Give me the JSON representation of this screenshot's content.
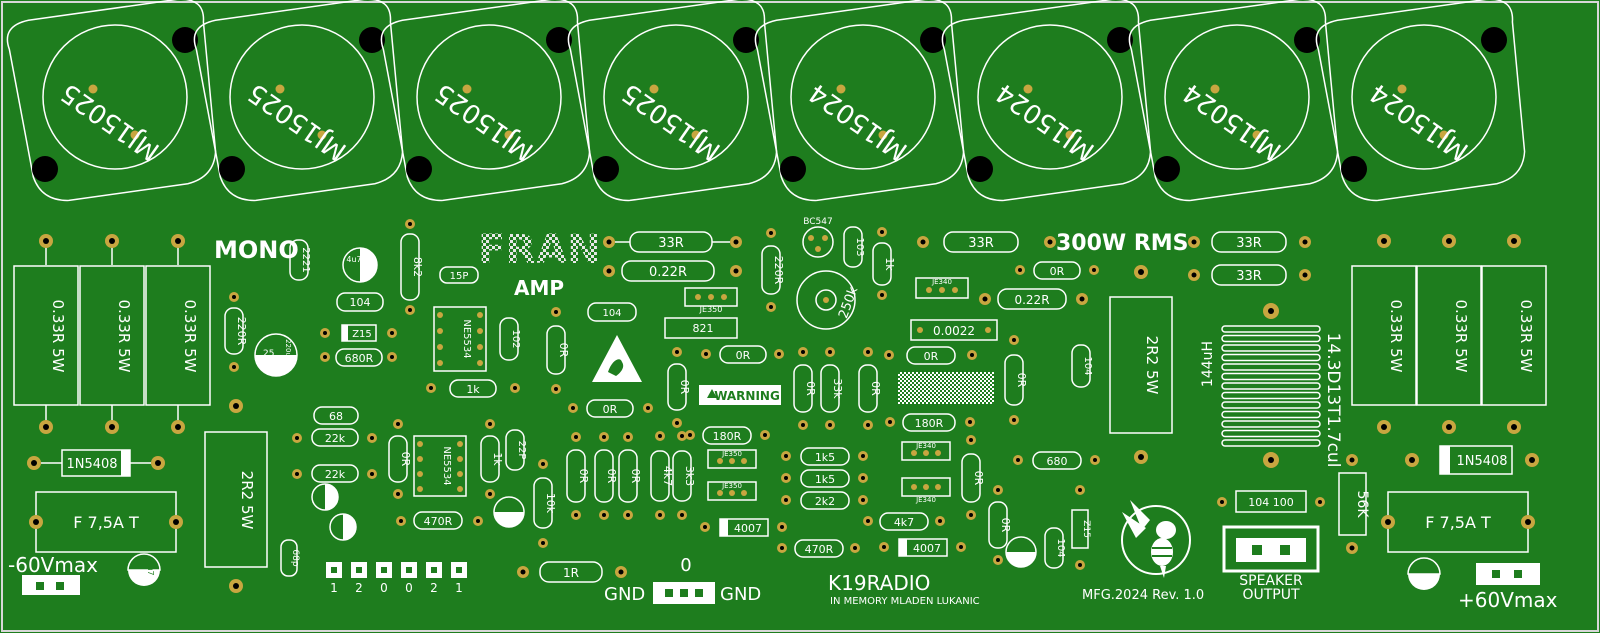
{
  "colors": {
    "board": "#1e7d1e",
    "copper": "#1a6e1a",
    "silk": "#ffffff",
    "pad": "#c8a640",
    "hole": "#000000",
    "edge": "#d8d8d8"
  },
  "transistors": [
    "MJ15025",
    "MJ15025",
    "MJ15025",
    "MJ15025",
    "MJ15024",
    "MJ15024",
    "MJ15024",
    "MJ15024"
  ],
  "labels": {
    "mono": "MONO",
    "fran": "FRAN",
    "amp": "AMP",
    "power": "300W RMS",
    "inductor_value": "14.3D13T1.7cul",
    "inductor_uH": "144uH",
    "brand": "K19RADIO",
    "memorial": "IN MEMORY MLADEN LUKANIC",
    "mfg": "MFG.2024 Rev. 1.0",
    "speaker": "SPEAKER",
    "output": "OUTPUT",
    "gnd": "GND",
    "zero": "0",
    "warning": "WARNING",
    "neg_supply": "-60Vmax",
    "pos_supply": "+60Vmax"
  },
  "resistors_left": [
    "0.33R 5W",
    "0.33R 5W",
    "0.33R 5W"
  ],
  "resistors_right": [
    "0.33R 5W",
    "0.33R 5W",
    "0.33R 5W"
  ],
  "diodes": [
    "1N5408",
    "1N5408",
    "4007",
    "4007"
  ],
  "fuses": [
    "F 7,5A T",
    "F 7,5A T"
  ],
  "big_resistors": [
    "2R2 5W",
    "2R2 5W"
  ],
  "ics": [
    "NE5534",
    "NE5534"
  ],
  "header_pins": [
    "1",
    "2",
    "0",
    "0",
    "2",
    "1"
  ],
  "components": {
    "r33a": "33R",
    "r022a": "0.22R",
    "c104a": "104",
    "c821": "821",
    "r0a": "0R",
    "r0b": "0R",
    "r0c": "0R",
    "r1k": "1k",
    "r680r": "680R",
    "r68": "68",
    "r22k1": "22k",
    "r22k2": "22k",
    "r470r1": "470R",
    "r470r2": "470R",
    "r1r": "1R",
    "r180r1": "180R",
    "r180r2": "180R",
    "r1k5a": "1k5",
    "r1k5b": "1k5",
    "r2k2": "2k2",
    "r4k7": "4k7",
    "r33b": "33R",
    "r33c": "33R",
    "r33d": "33R",
    "r0d": "0R",
    "r022b": "0.22R",
    "c0022": "0.0022",
    "r680": "680",
    "c104_100": "104 100",
    "r56k": "56K",
    "z15a": "Z15",
    "c104b": "104",
    "c15p": "15P",
    "c22p": "22P",
    "r8k2": "8k2",
    "r220": "220R",
    "c2221": "2221",
    "r220b": "220R",
    "bc547": "BC547",
    "c103": "103",
    "r1k_b": "1k",
    "pot": "250k",
    "je350a": "JE350",
    "je340a": "JE340",
    "c100u": "220uF",
    "c25": "25",
    "r10k": "10k",
    "r4k7b": "4k7",
    "r3k3": "3k3",
    "r33k": "33k",
    "je350b": "JE350",
    "je350c": "JE350",
    "je340b": "JE340",
    "je340c": "JE340",
    "c4u7": "4u7",
    "c100": "100",
    "c68p": "68p",
    "c102": "102",
    "r1k_c": "1k",
    "c104c": "104"
  }
}
